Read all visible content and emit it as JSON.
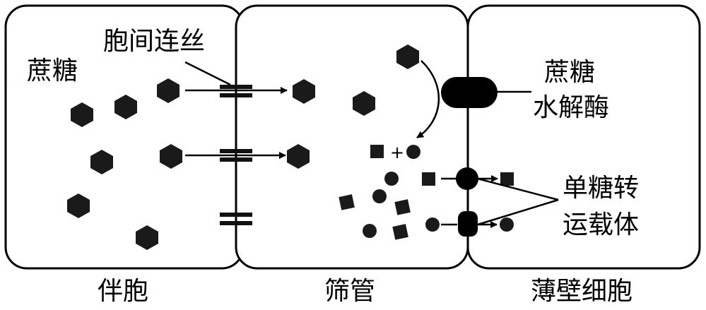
{
  "labels": {
    "sucrose_left": "蔗糖",
    "plasmodesmata": "胞间连丝",
    "sucrase_line1": "蔗糖",
    "sucrase_line2": "水解酶",
    "transporter_line1": "单糖转",
    "transporter_line2": "运载体",
    "plus_sign": "+",
    "cell_companion": "伴胞",
    "cell_sieve_tube": "筛管",
    "cell_parenchyma": "薄壁细胞"
  },
  "colors": {
    "ink": "#000000",
    "shape_fill": "#1a1a1a",
    "background": "#ffffff"
  }
}
